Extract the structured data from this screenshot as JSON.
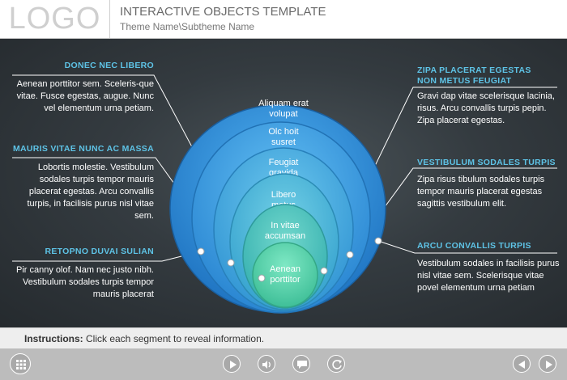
{
  "header": {
    "logo": "LOGO",
    "title": "INTERACTIVE OBJECTS TEMPLATE",
    "subtitle": "Theme Name\\Subtheme Name"
  },
  "segments": [
    {
      "label_lines": [
        "Aliquam erat",
        "volupat"
      ]
    },
    {
      "label_lines": [
        "Olc hoit",
        "susret"
      ]
    },
    {
      "label_lines": [
        "Feugiat",
        "gravida"
      ]
    },
    {
      "label_lines": [
        "Libero",
        "metus"
      ]
    },
    {
      "label_lines": [
        "In vitae",
        "accumsan"
      ]
    },
    {
      "label_lines": [
        "Aenean",
        "porttitor"
      ]
    }
  ],
  "callouts_left": [
    {
      "title": "DONEC NEC LIBERO",
      "text": "Aenean porttitor sem. Sceleris-que vitae. Fusce egestas, augue. Nunc vel elementum urna petiam."
    },
    {
      "title": "MAURIS VITAE NUNC AC MASSA",
      "text": "Lobortis molestie. Vestibulum sodales turpis tempor mauris placerat egestas. Arcu convallis turpis, in facilisis purus nisl vitae sem."
    },
    {
      "title": "RETOPNO DUVAI SULIAN",
      "text": "Pir canny olof. Nam nec justo nibh. Vestibulum sodales turpis tempor mauris placerat"
    }
  ],
  "callouts_right": [
    {
      "title_lines": [
        "ZIPA PLACERAT EGESTAS",
        "NON METUS FEUGIAT"
      ],
      "text": "Gravi dap vitae scelerisque lacinia, risus. Arcu convallis turpis pepin. Zipa placerat egestas."
    },
    {
      "title_lines": [
        "VESTIBULUM SODALES TURPIS"
      ],
      "text": "Zipa risus tibulum sodales turpis tempor mauris placerat egestas sagittis vestibulum elit."
    },
    {
      "title_lines": [
        "ARCU CONVALLIS TURPIS"
      ],
      "text": "Vestibulum sodales in facilisis purus nisl vitae sem. Scelerisque vitae povel elementum urna petiam"
    }
  ],
  "instructions": {
    "label": "Instructions:",
    "text": " Click each segment to reveal information."
  },
  "footer": {
    "buttons": [
      "menu-grid-icon",
      "play-icon",
      "volume-icon",
      "chat-icon",
      "replay-icon",
      "prev-icon",
      "next-icon"
    ]
  },
  "colors": {
    "accent_text": "#5ec3e6",
    "segment_fills": [
      "#2d8fd6",
      "#3b9fe0",
      "#45aadf",
      "#4fb5d9",
      "#4cbdb6",
      "#52cfa5"
    ]
  }
}
